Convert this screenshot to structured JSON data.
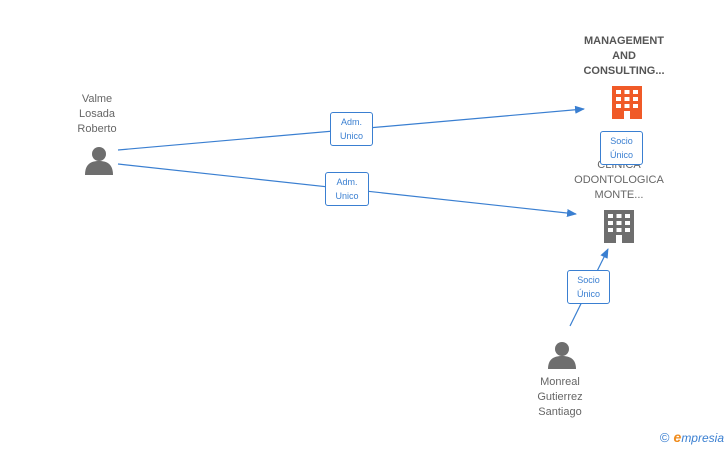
{
  "nodes": {
    "management": {
      "lines": [
        "MANAGEMENT",
        "AND",
        "CONSULTING..."
      ],
      "color": "#f05a28"
    },
    "clinica": {
      "lines": [
        "CLINICA",
        "ODONTOLOGICA",
        "MONTE..."
      ],
      "color": "#6e6e6e"
    },
    "valme": {
      "lines": [
        "Valme",
        "Losada",
        "Roberto"
      ]
    },
    "monreal": {
      "lines": [
        "Monreal",
        "Gutierrez",
        "Santiago"
      ]
    }
  },
  "relations": {
    "valme_management": {
      "lines": [
        "Adm.",
        "Unico"
      ]
    },
    "valme_clinica": {
      "lines": [
        "Adm.",
        "Unico"
      ]
    },
    "clinica_management": {
      "lines": [
        "Socio",
        "Único"
      ]
    },
    "monreal_clinica": {
      "lines": [
        "Socio",
        "Único"
      ]
    }
  },
  "colors": {
    "edge": "#3a7fd1",
    "person": "#6e6e6e"
  },
  "footer": {
    "copyright": "©",
    "brand_initial": "e",
    "brand_rest": "mpresia"
  }
}
